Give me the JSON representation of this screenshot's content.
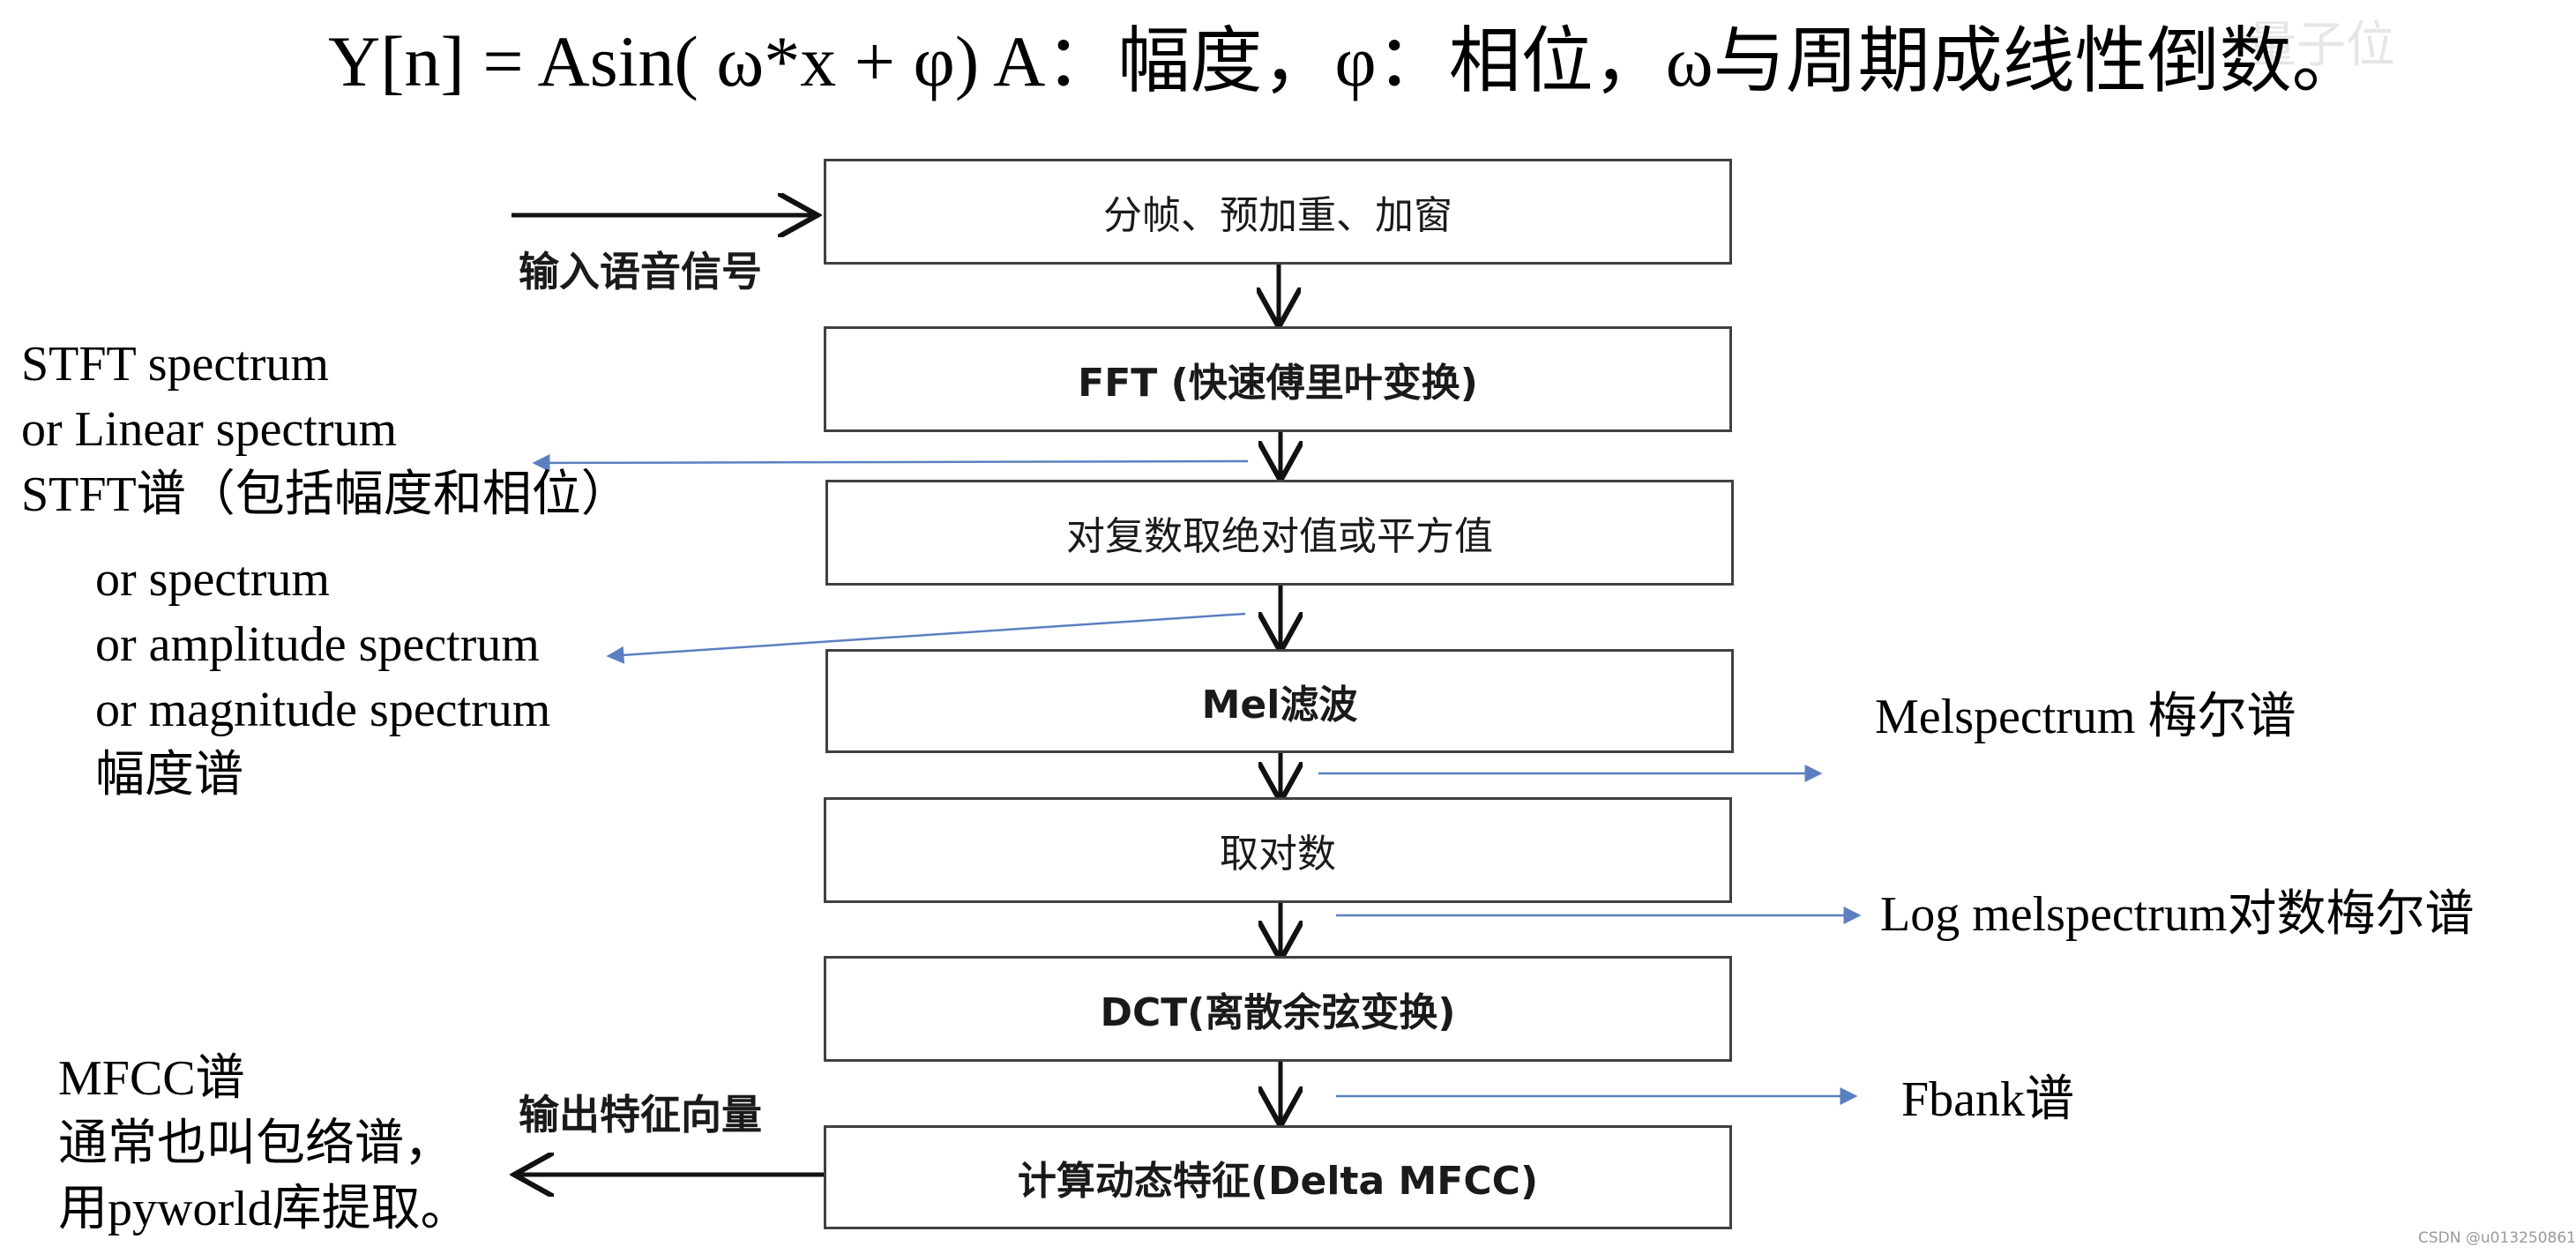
{
  "formula": {
    "text": "Y[n] = Asin( ω*x + φ)  A：幅度，φ：相位，ω与周期成线性倒数。"
  },
  "watermark_top": "量子位",
  "pipeline": {
    "input_label": "输入语音信号",
    "output_label": "输出特征向量",
    "steps": [
      "分帧、预加重、加窗",
      "FFT (快速傅里叶变换)",
      "对复数取绝对值或平方值",
      "Mel滤波",
      "取对数",
      "DCT(离散余弦变换)",
      "计算动态特征(Delta MFCC)"
    ]
  },
  "notes": {
    "stft": [
      "STFT spectrum",
      "or Linear spectrum",
      "STFT谱（包括幅度和相位）"
    ],
    "amplitude": [
      "or spectrum",
      "or amplitude spectrum",
      "or magnitude spectrum",
      "幅度谱"
    ],
    "melspectrum": "Melspectrum 梅尔谱",
    "log_melspectrum": "Log melspectrum对数梅尔谱",
    "fbank": "Fbank谱",
    "mfcc": [
      "MFCC谱",
      "通常也叫包络谱，",
      "用pyworld库提取。"
    ]
  },
  "colors": {
    "flow_arrow": "#111111",
    "side_arrow": "#5b7fc0",
    "box_border": "#404040"
  },
  "credit": "CSDN @u013250861"
}
